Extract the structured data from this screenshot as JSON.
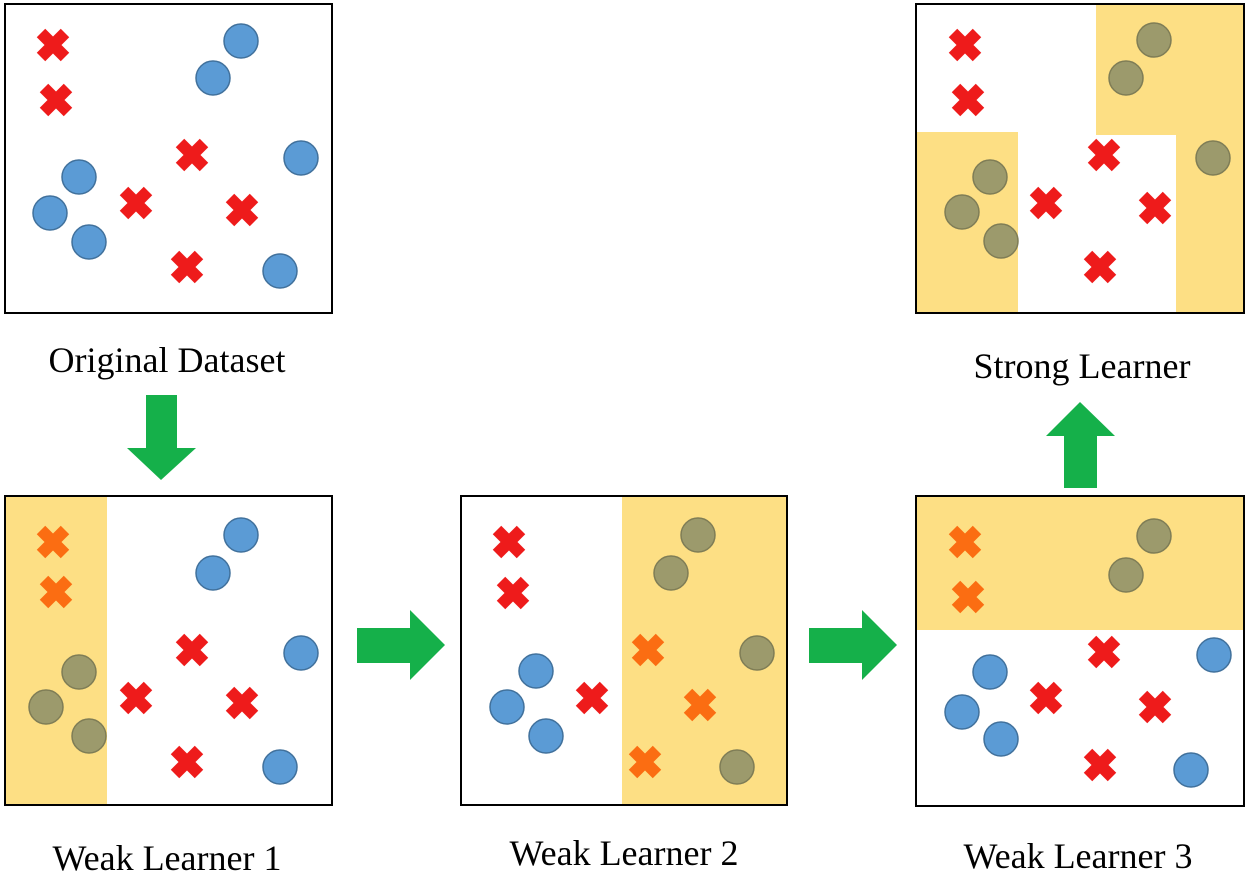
{
  "colors": {
    "highlight": "#fddf84",
    "circle_normal": "#5b9bd5",
    "circle_normal_stroke": "#41719c",
    "circle_misclassified": "#9c9a6c",
    "circle_misclassified_stroke": "#7f7d56",
    "cross_normal": "#ee1b1b",
    "cross_misclassified": "#fb6d12",
    "arrow": "#15b04a",
    "frame": "#000000"
  },
  "panels": [
    {
      "id": "original-dataset",
      "label": "Original Dataset",
      "crosses": [
        {
          "state": "normal"
        },
        {
          "state": "normal"
        },
        {
          "state": "normal"
        },
        {
          "state": "normal"
        },
        {
          "state": "normal"
        },
        {
          "state": "normal"
        }
      ],
      "circles": [
        {
          "state": "normal"
        },
        {
          "state": "normal"
        },
        {
          "state": "normal"
        },
        {
          "state": "normal"
        },
        {
          "state": "normal"
        },
        {
          "state": "normal"
        },
        {
          "state": "normal"
        },
        {
          "state": "normal"
        }
      ]
    },
    {
      "id": "weak-learner-1",
      "label": "Weak Learner 1",
      "crosses": [
        {
          "state": "misclassified"
        },
        {
          "state": "misclassified"
        },
        {
          "state": "normal"
        },
        {
          "state": "normal"
        },
        {
          "state": "normal"
        },
        {
          "state": "normal"
        }
      ],
      "circles": [
        {
          "state": "normal"
        },
        {
          "state": "normal"
        },
        {
          "state": "normal"
        },
        {
          "state": "normal"
        },
        {
          "state": "misclassified"
        },
        {
          "state": "misclassified"
        },
        {
          "state": "misclassified"
        }
      ]
    },
    {
      "id": "weak-learner-2",
      "label": "Weak Learner 2",
      "crosses": [
        {
          "state": "normal"
        },
        {
          "state": "normal"
        },
        {
          "state": "normal"
        },
        {
          "state": "misclassified"
        },
        {
          "state": "misclassified"
        },
        {
          "state": "misclassified"
        }
      ],
      "circles": [
        {
          "state": "misclassified"
        },
        {
          "state": "misclassified"
        },
        {
          "state": "normal"
        },
        {
          "state": "normal"
        },
        {
          "state": "normal"
        },
        {
          "state": "misclassified"
        },
        {
          "state": "misclassified"
        }
      ]
    },
    {
      "id": "weak-learner-3",
      "label": "Weak Learner 3",
      "crosses": [
        {
          "state": "misclassified"
        },
        {
          "state": "misclassified"
        },
        {
          "state": "normal"
        },
        {
          "state": "normal"
        },
        {
          "state": "normal"
        },
        {
          "state": "normal"
        }
      ],
      "circles": [
        {
          "state": "misclassified"
        },
        {
          "state": "misclassified"
        },
        {
          "state": "normal"
        },
        {
          "state": "normal"
        },
        {
          "state": "normal"
        },
        {
          "state": "normal"
        },
        {
          "state": "normal"
        }
      ]
    },
    {
      "id": "strong-learner",
      "label": "Strong Learner",
      "crosses": [
        {
          "state": "normal"
        },
        {
          "state": "normal"
        },
        {
          "state": "normal"
        },
        {
          "state": "normal"
        },
        {
          "state": "normal"
        },
        {
          "state": "normal"
        }
      ],
      "circles": [
        {
          "state": "misclassified"
        },
        {
          "state": "misclassified"
        },
        {
          "state": "misclassified"
        },
        {
          "state": "misclassified"
        },
        {
          "state": "misclassified"
        },
        {
          "state": "misclassified"
        }
      ]
    }
  ],
  "arrows": [
    {
      "from": "original-dataset",
      "to": "weak-learner-1",
      "direction": "down"
    },
    {
      "from": "weak-learner-1",
      "to": "weak-learner-2",
      "direction": "right"
    },
    {
      "from": "weak-learner-2",
      "to": "weak-learner-3",
      "direction": "right"
    },
    {
      "from": "weak-learner-3",
      "to": "strong-learner",
      "direction": "up"
    }
  ]
}
